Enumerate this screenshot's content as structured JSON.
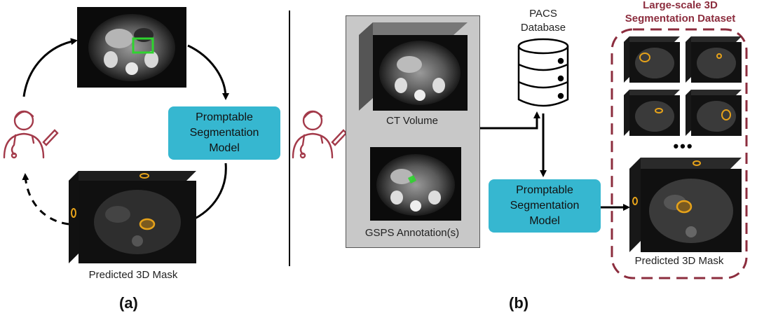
{
  "panel_a": {
    "label": "(a)",
    "model_box": {
      "line1": "Promptable",
      "line2": "Segmentation",
      "line3": "Model"
    },
    "mask_caption": "Predicted 3D Mask"
  },
  "panel_b": {
    "label": "(b)",
    "ct_volume_caption": "CT Volume",
    "gsps_caption": "GSPS Annotation(s)",
    "pacs": {
      "line1": "PACS",
      "line2": "Database"
    },
    "model_box": {
      "line1": "Promptable",
      "line2": "Segmentation",
      "line3": "Model"
    },
    "dataset_title": {
      "line1": "Large-scale 3D",
      "line2": "Segmentation Dataset"
    },
    "ellipsis": "•••",
    "mask_caption": "Predicted 3D Mask"
  },
  "colors": {
    "model_box": "#36b7d0",
    "dataset_title": "#8c2d3e",
    "dashed_border": "#8c2d3e",
    "annotation_box": "#2fd42f",
    "mask_outline": "#e6a21a",
    "clinician_icon": "#a33a4a"
  }
}
